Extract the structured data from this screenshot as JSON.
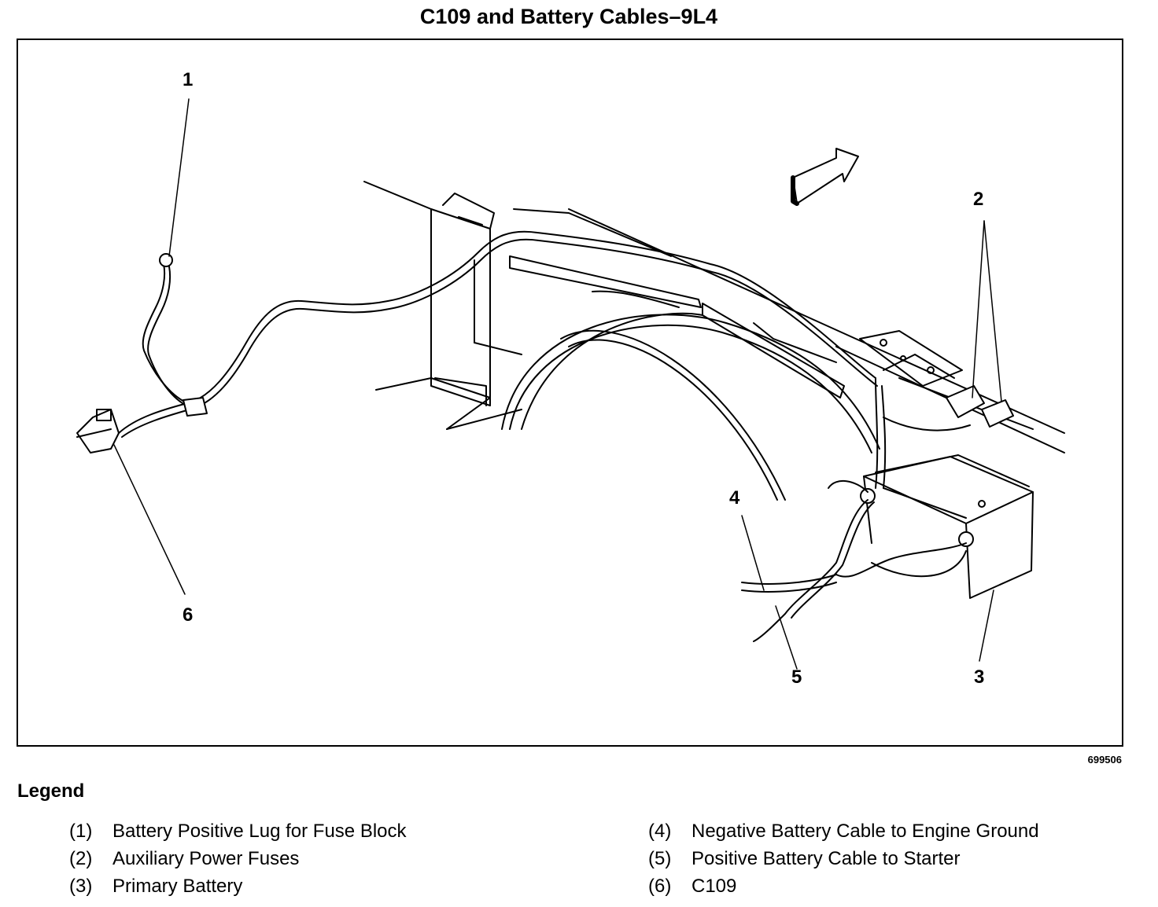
{
  "title": "C109 and Battery Cables–9L4",
  "figure_id": "699506",
  "callouts": [
    "1",
    "2",
    "3",
    "4",
    "5",
    "6"
  ],
  "legend": {
    "heading": "Legend",
    "items": [
      {
        "num": "(1)",
        "text": "Battery Positive Lug for Fuse Block"
      },
      {
        "num": "(2)",
        "text": "Auxiliary Power Fuses"
      },
      {
        "num": "(3)",
        "text": "Primary Battery"
      },
      {
        "num": "(4)",
        "text": "Negative Battery Cable to Engine Ground"
      },
      {
        "num": "(5)",
        "text": "Positive Battery Cable to Starter"
      },
      {
        "num": "(6)",
        "text": "C109"
      }
    ]
  }
}
